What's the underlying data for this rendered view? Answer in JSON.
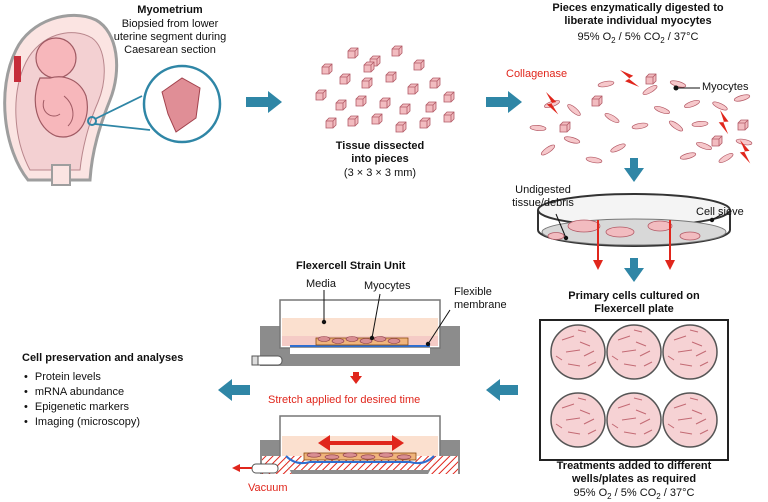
{
  "myometrium": {
    "title": "Myometrium",
    "desc_line1": "Biopsied from lower",
    "desc_line2": "uterine segment during",
    "desc_line3": "Caesarean section"
  },
  "dissection": {
    "title_line1": "Tissue dissected",
    "title_line2": "into pieces",
    "size": "(3 × 3 × 3 mm)"
  },
  "digestion": {
    "title_line1": "Pieces enzymatically digested to",
    "title_line2": "liberate individual myocytes",
    "cond": {
      "o2": "95% O",
      "sub2a": "2",
      "co2": " / 5% CO",
      "sub2b": "2",
      "temp": " / 37°C"
    },
    "collagenase": "Collagenase",
    "myocytes": "Myocytes"
  },
  "sieve": {
    "undigested_line1": "Undigested",
    "undigested_line2": "tissue/debris",
    "cell_sieve": "Cell sieve"
  },
  "culture": {
    "title_line1": "Primary cells cultured on",
    "title_line2": "Flexercell plate",
    "treat_line1": "Treatments added to different",
    "treat_line2": "wells/plates as required",
    "cond": {
      "o2": "95% O",
      "sub2a": "2",
      "co2": " / 5% CO",
      "sub2b": "2",
      "temp": " / 37°C"
    }
  },
  "flexercell": {
    "title": "Flexercell Strain Unit",
    "media": "Media",
    "myocytes": "Myocytes",
    "flexible_line1": "Flexible",
    "flexible_line2": "membrane",
    "stretch": "Stretch applied for desired time",
    "vacuum": "Vacuum"
  },
  "analyses": {
    "title": "Cell preservation and analyses",
    "items": [
      "Protein levels",
      "mRNA abundance",
      "Epigenetic markers",
      "Imaging (microscopy)"
    ]
  },
  "colors": {
    "flow_arrow": "#2f86a6",
    "red": "#e0261c",
    "tissue": "#f2bcc0",
    "tissue_dark": "#c36a74",
    "gray": "#8a8a8a"
  }
}
